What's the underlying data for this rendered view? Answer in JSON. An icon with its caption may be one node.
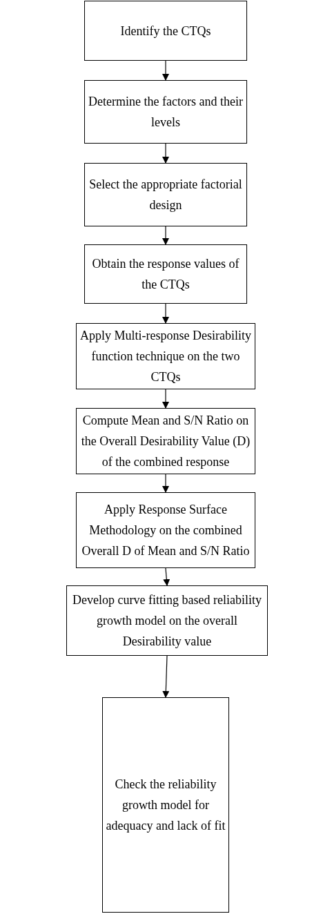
{
  "diagram": {
    "nodes": [
      {
        "text": [
          "Identify the CTQs"
        ]
      },
      {
        "text": [
          "Determine the factors and their levels"
        ]
      },
      {
        "text": [
          "Select the appropriate factorial design"
        ]
      },
      {
        "text": [
          "Obtain the response values of the CTQs"
        ]
      },
      {
        "text": [
          "Apply Multi-response Desirability function technique on the two CTQs"
        ]
      },
      {
        "text": [
          "Compute Mean and S/N Ratio on the Overall Desirability Value (D) of the combined response"
        ]
      },
      {
        "text": [
          "Apply Response Surface Methodology on the combined Overall D of Mean and S/N Ratio"
        ]
      },
      {
        "text": [
          "Develop curve fitting based reliability growth model on the overall Desirability value"
        ]
      },
      {
        "text": [
          "Check the reliability growth model for adequacy and lack of fit"
        ]
      }
    ],
    "edges": [
      {
        "from": 0,
        "to": 1,
        "arrow": "to"
      },
      {
        "from": 1,
        "to": 2,
        "arrow": "to"
      },
      {
        "from": 2,
        "to": 3,
        "arrow": "to"
      },
      {
        "from": 3,
        "to": 4,
        "arrow": "to"
      },
      {
        "from": 4,
        "to": 5,
        "arrow": "to"
      },
      {
        "from": 5,
        "to": 6,
        "arrow": "to"
      },
      {
        "from": 6,
        "to": 7,
        "arrow": "to"
      },
      {
        "from": 7,
        "to": 8,
        "arrow": "to"
      }
    ]
  }
}
